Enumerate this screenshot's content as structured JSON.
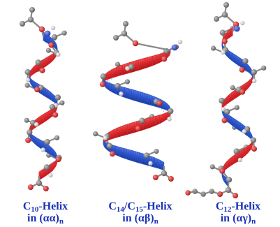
{
  "colors": {
    "ribbon_front": "#2a52c8",
    "ribbon_back": "#d8262b",
    "backbone_atom": "#6f6f6f",
    "oxygen_atom": "#cc1f1f",
    "nitrogen_atom": "#2f47c4",
    "hydrogen_atom": "#dcdcdc",
    "bond": "#8a8a8a",
    "hbond": "#9aa4c4",
    "label_text": "#1a33b8"
  },
  "helices": [
    {
      "name_prefix": "C",
      "name_sub": "10",
      "name_suffix": "-Helix",
      "line2_prefix": "in (",
      "line2_main": "αα)",
      "line2_sub": "n"
    },
    {
      "name_prefix": "C",
      "name_sub": "14",
      "name_mid": "/C",
      "name_sub2": "15",
      "name_suffix": "-Helix",
      "line2_prefix": "in (",
      "line2_main": "αβ)",
      "line2_sub": "n"
    },
    {
      "name_prefix": "C",
      "name_sub": "12",
      "name_suffix": "-Helix",
      "line2_prefix": "in (",
      "line2_main": "αγ)",
      "line2_sub": "n"
    }
  ]
}
